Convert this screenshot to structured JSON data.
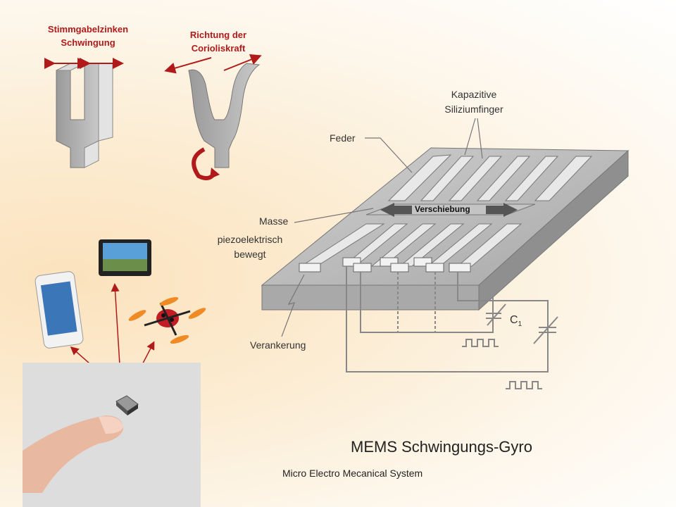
{
  "labels": {
    "tuning_fork_oscillation": "Stimmgabelzinken\nSchwingung",
    "coriolis_direction": "Richtung der\nCorioliskraft",
    "capacitive_fingers": "Kapazitive\nSiliziumfinger",
    "spring": "Feder",
    "mass": "Masse",
    "piezo": "piezoelektrisch\nbewegt",
    "displacement": "Verschiebung",
    "anchoring": "Verankerung",
    "capacitor": "C"
  },
  "title": "MEMS Schwingungs-Gyro",
  "subtitle": "Micro Electro Mecanical System",
  "colors": {
    "accent_red": "#b01a1a",
    "chip_gray": "#b8b8b8",
    "line_gray": "#777777"
  },
  "icons": [
    "smartphone-icon",
    "navigation-device-icon",
    "quadcopter-icon",
    "mems-chip-icon",
    "fingertip-image"
  ]
}
